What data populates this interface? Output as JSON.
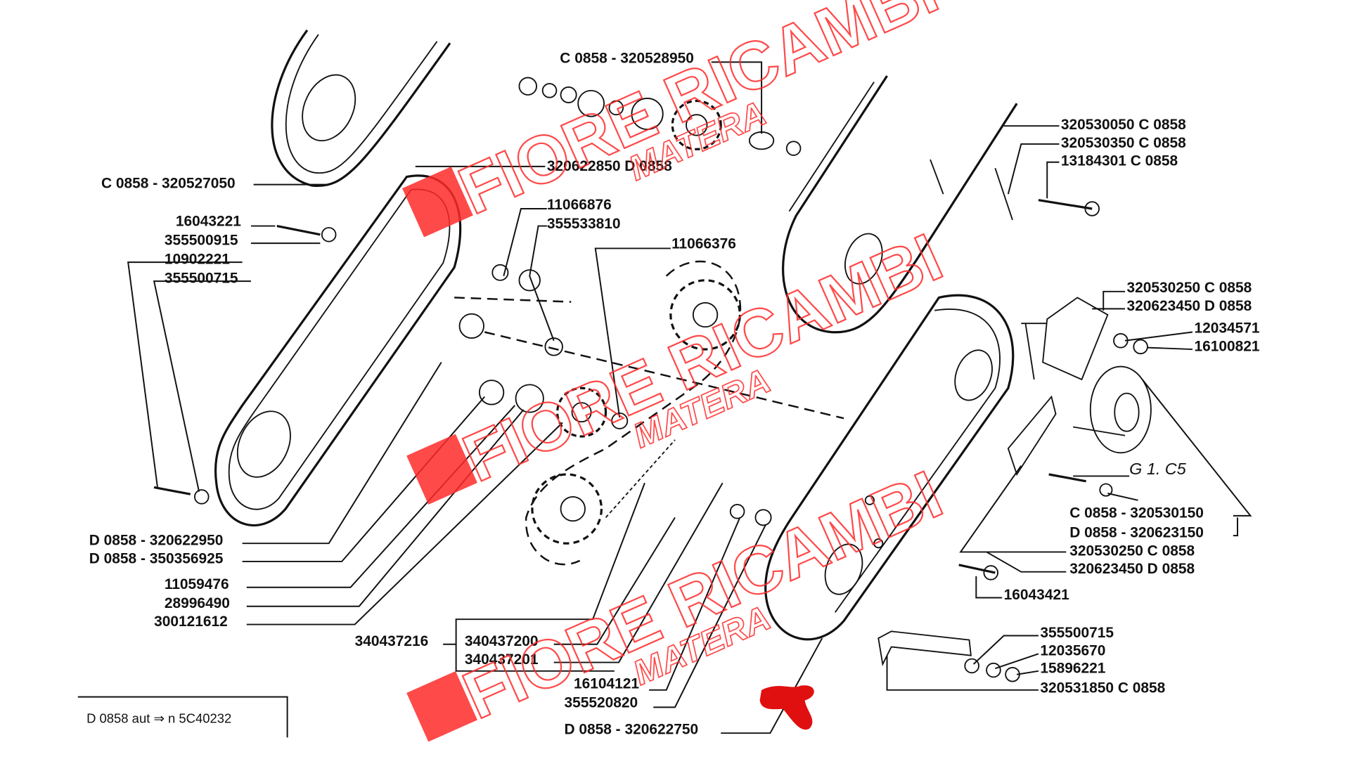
{
  "diagram": {
    "labels": [
      "C 0858 - 320528950",
      "320622850 D 0858",
      "C 0858 - 320527050",
      "16043221",
      "355500915",
      "10902221",
      "355500715",
      "11066876",
      "355533810",
      "11066376",
      "320530050 C 0858",
      "320530350 C 0858",
      "13184301 C 0858",
      "320530250 C 0858",
      "320623450 D 0858",
      "12034571",
      "16100821",
      "G 1. C5",
      "C 0858 - 320530150",
      "D 0858 - 320623150",
      "320530250 C 0858",
      "320623450 D 0858",
      "16043421",
      "355500715",
      "12035670",
      "15896221",
      "320531850 C 0858",
      "D 0858 - 320622950",
      "D 0858 - 350356925",
      "11059476",
      "28996490",
      "300121612",
      "340437216",
      "340437200",
      "340437201",
      "16104121",
      "355520820",
      "D 0858 - 320622750"
    ],
    "footer_note": "D 0858 aut ⇒ n 5C40232"
  },
  "watermark": {
    "brand": "FIORE RICAMBI",
    "city": "MATERA",
    "letter": "F",
    "color": "#ff2a2a"
  }
}
